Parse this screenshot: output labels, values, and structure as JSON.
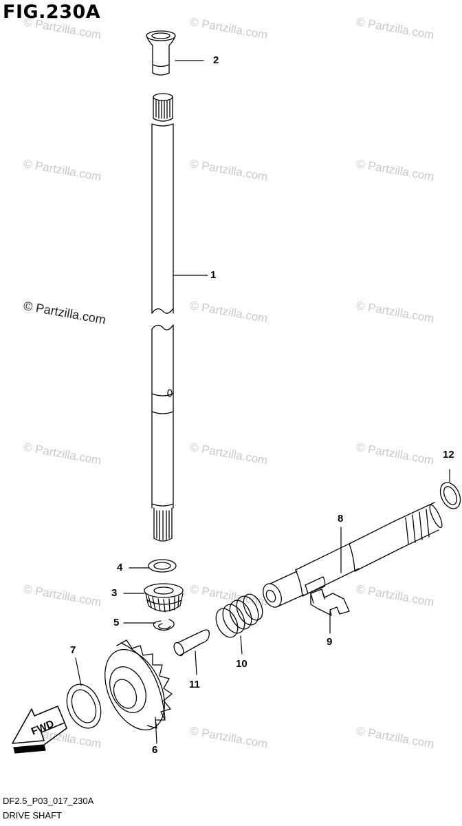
{
  "figure": {
    "title": "FIG.230A",
    "code": "DF2.5_P03_017_230A",
    "name": "DRIVE SHAFT"
  },
  "watermark": "© Partzilla.com",
  "fwd_label": "FWD",
  "callouts": [
    "1",
    "2",
    "3",
    "4",
    "5",
    "6",
    "7",
    "8",
    "9",
    "10",
    "11",
    "12"
  ]
}
